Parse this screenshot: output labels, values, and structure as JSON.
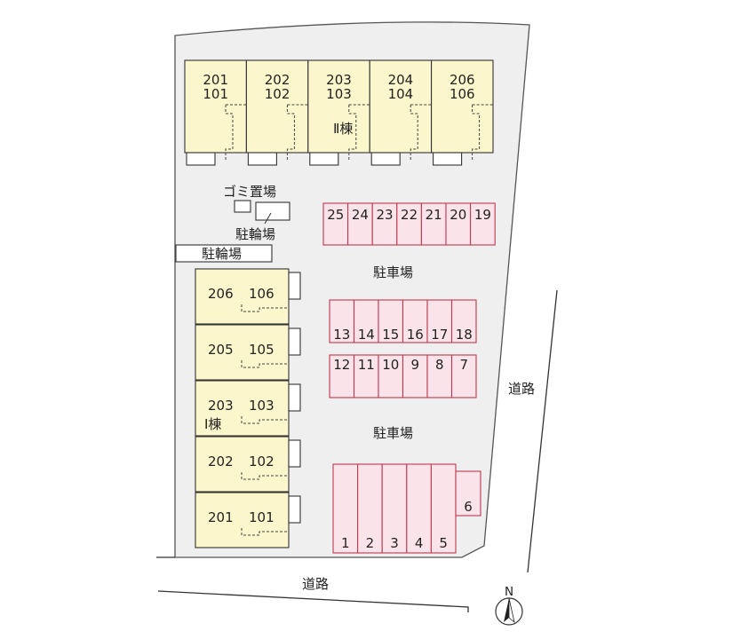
{
  "building_2": {
    "label": "Ⅱ棟",
    "units": [
      {
        "upper": "201",
        "lower": "101"
      },
      {
        "upper": "202",
        "lower": "102"
      },
      {
        "upper": "203",
        "lower": "103"
      },
      {
        "upper": "204",
        "lower": "104"
      },
      {
        "upper": "206",
        "lower": "106"
      }
    ]
  },
  "building_1": {
    "label": "Ⅰ棟",
    "units": [
      {
        "upper": "206",
        "lower": "106"
      },
      {
        "upper": "205",
        "lower": "105"
      },
      {
        "upper": "203",
        "lower": "103"
      },
      {
        "upper": "202",
        "lower": "102"
      },
      {
        "upper": "201",
        "lower": "101"
      }
    ]
  },
  "labels": {
    "garbage": "ゴミ置場",
    "bicycle_parking_1": "駐輪場",
    "bicycle_parking_2": "駐輪場",
    "parking_upper": "駐車場",
    "parking_lower": "駐車場",
    "road_east": "道路",
    "road_south": "道路",
    "north": "N"
  },
  "parking": {
    "row_top": [
      "25",
      "24",
      "23",
      "22",
      "21",
      "20",
      "19"
    ],
    "row_mid_upper": [
      "13",
      "14",
      "15",
      "16",
      "17",
      "18"
    ],
    "row_mid_lower": [
      "12",
      "11",
      "10",
      "9",
      "8",
      "7"
    ],
    "row_bottom": [
      "1",
      "2",
      "3",
      "4",
      "5"
    ],
    "side_slot": "6"
  },
  "colors": {
    "unit_fill": "#fbf6cc",
    "slot_fill": "#fbe3ea",
    "slot_stroke": "#c0394f",
    "site_fill": "#efefef"
  }
}
